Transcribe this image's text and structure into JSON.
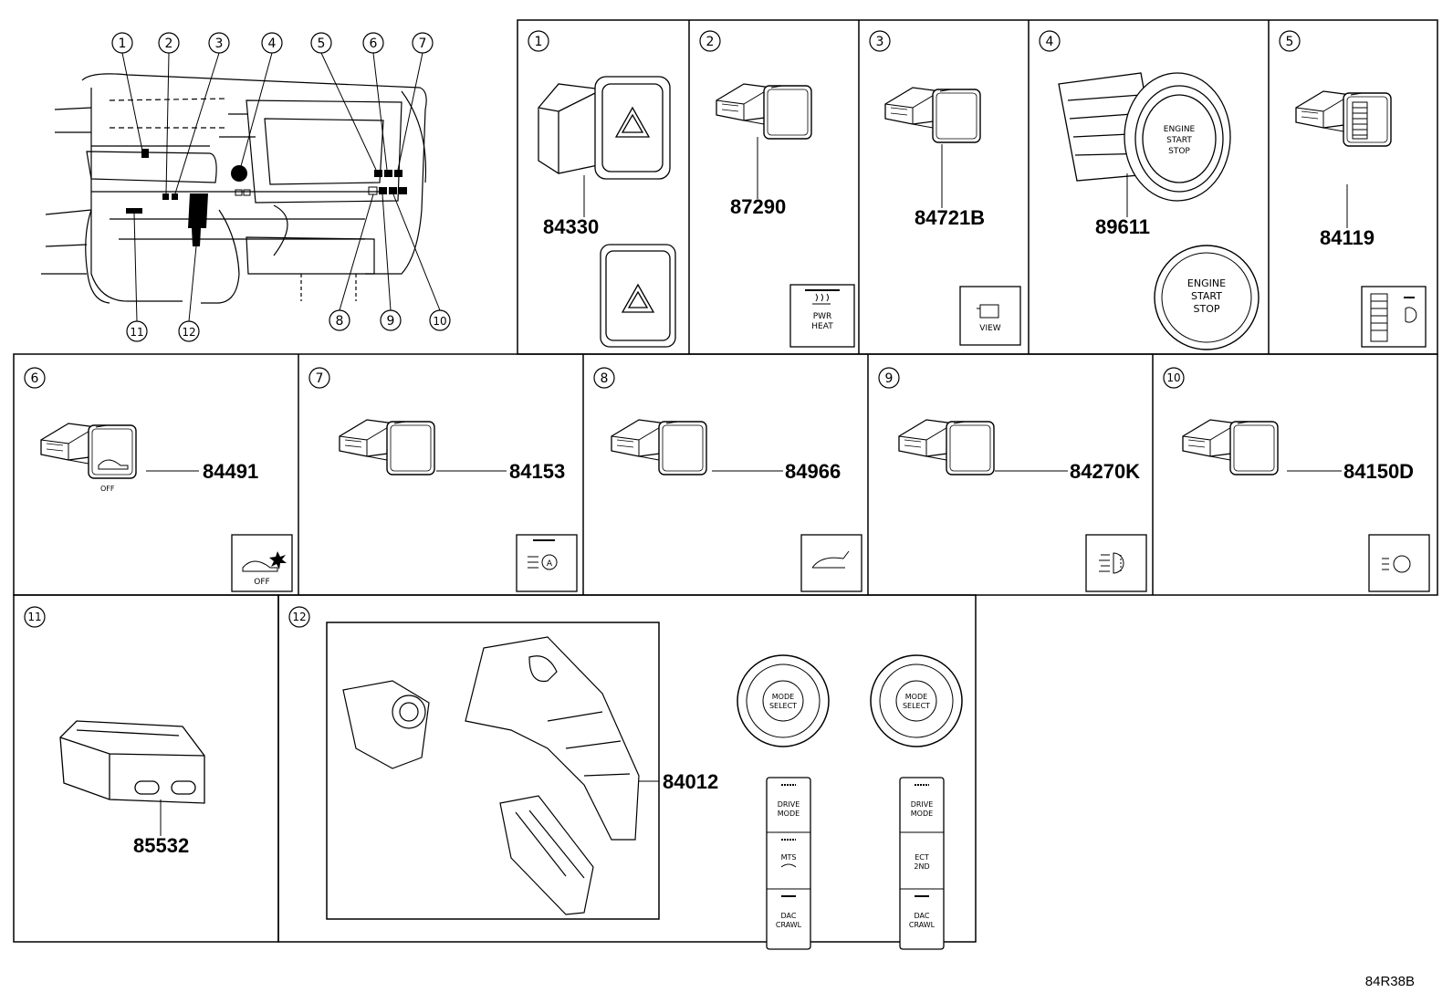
{
  "reference_code": "84R38B",
  "overview_callouts": [
    "1",
    "2",
    "3",
    "4",
    "5",
    "6",
    "7",
    "8",
    "9",
    "10",
    "11",
    "12"
  ],
  "panels": [
    {
      "n": "1",
      "part": "84330"
    },
    {
      "n": "2",
      "part": "87290",
      "icon_text": [
        "PWR",
        "HEAT"
      ]
    },
    {
      "n": "3",
      "part": "84721B",
      "icon_text": [
        "VIEW"
      ]
    },
    {
      "n": "4",
      "part": "89611",
      "icon_text": [
        "ENGINE",
        "START",
        "STOP"
      ]
    },
    {
      "n": "5",
      "part": "84119"
    },
    {
      "n": "6",
      "part": "84491",
      "icon_text": [
        "OFF"
      ]
    },
    {
      "n": "7",
      "part": "84153"
    },
    {
      "n": "8",
      "part": "84966"
    },
    {
      "n": "9",
      "part": "84270K"
    },
    {
      "n": "10",
      "part": "84150D"
    },
    {
      "n": "11",
      "part": "85532"
    },
    {
      "n": "12",
      "part": "84012",
      "mode_select": [
        "MODE",
        "SELECT"
      ],
      "left_buttons": [
        [
          "DRIVE",
          "MODE"
        ],
        [
          "MTS"
        ],
        [
          "DAC",
          "CRAWL"
        ]
      ],
      "right_buttons": [
        [
          "DRIVE",
          "MODE"
        ],
        [
          "ECT",
          "2ND"
        ],
        [
          "DAC",
          "CRAWL"
        ]
      ]
    }
  ]
}
